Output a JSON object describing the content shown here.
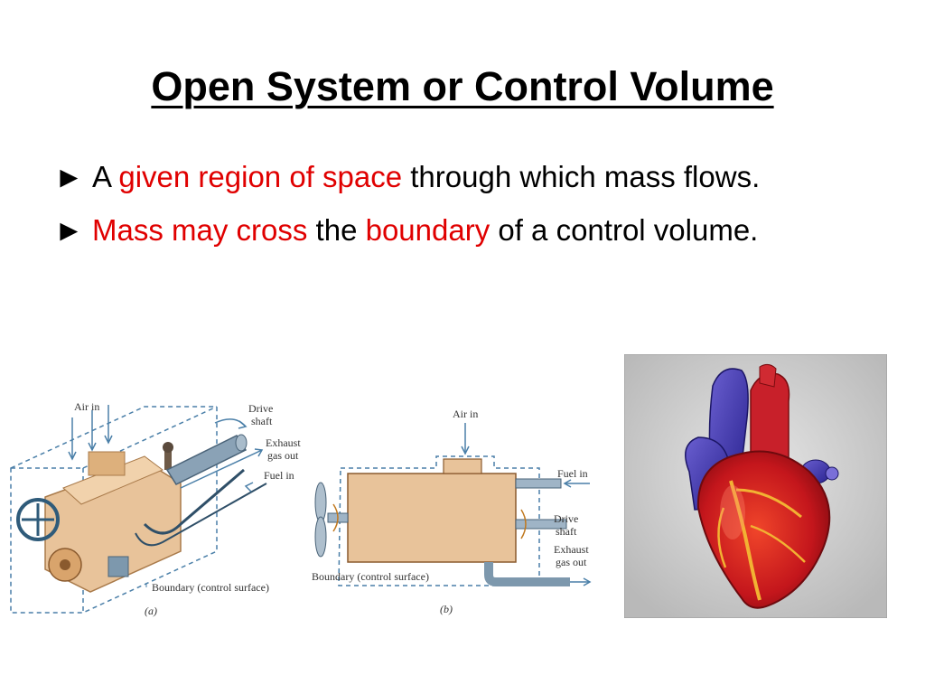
{
  "slide": {
    "title": "Open System or Control Volume"
  },
  "bullets": [
    {
      "mark": "►",
      "p1": "A ",
      "h1": "given region of space",
      "p2": " through which mass flows."
    },
    {
      "mark": "►",
      "h1": "Mass may cross",
      "p1": " the ",
      "h2": "boundary",
      "p2": " of a control volume."
    }
  ],
  "figures": {
    "a": {
      "air_in": "Air in",
      "drive": "Drive",
      "shaft": "shaft",
      "exhaust": "Exhaust",
      "gas_out": "gas out",
      "fuel_in": "Fuel in",
      "boundary": "Boundary (control surface)",
      "caption": "(a)"
    },
    "b": {
      "air_in": "Air in",
      "fuel_in": "Fuel in",
      "drive": "Drive",
      "shaft": "shaft",
      "exhaust": "Exhaust",
      "gas_out": "gas out",
      "boundary": "Boundary (control surface)",
      "caption": "(b)"
    }
  },
  "colors": {
    "highlight": "#e00000",
    "boundary_line": "#4a7fa8",
    "engine_body": "#e8c39a"
  }
}
